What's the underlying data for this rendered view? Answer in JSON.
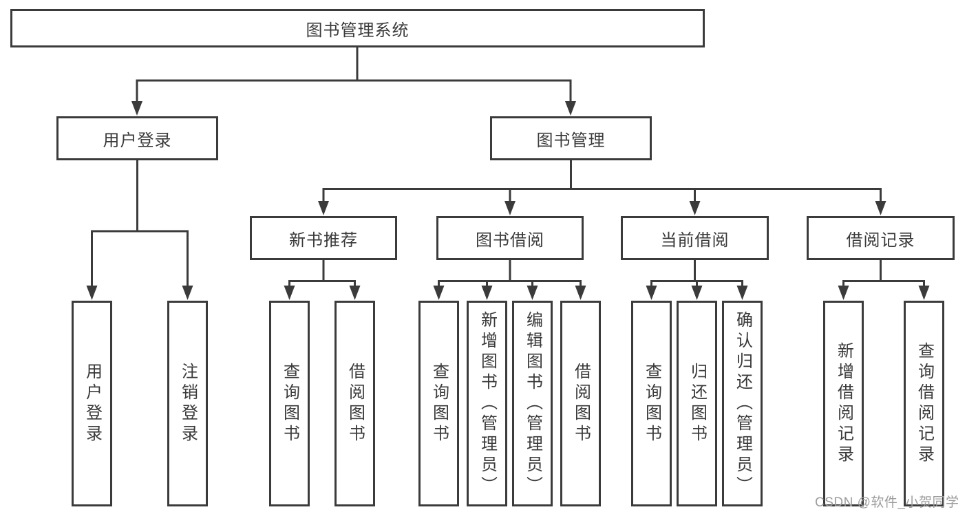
{
  "diagram": {
    "type": "tree",
    "nodes": {
      "root": "图书管理系统",
      "level2": [
        "用户登录",
        "图书管理"
      ],
      "level3": [
        "新书推荐",
        "图书借阅",
        "当前借阅",
        "借阅记录"
      ],
      "leaves": {
        "user_login": [
          "用户登录",
          "注销登录"
        ],
        "new_book_recommend": [
          "查询图书",
          "借阅图书"
        ],
        "book_borrow": [
          "查询图书",
          "新增图书（管理员）",
          "编辑图书（管理员）",
          "借阅图书"
        ],
        "current_borrow": [
          "查询图书",
          "归还图书",
          "确认归还（管理员）"
        ],
        "borrow_records": [
          "新增借阅记录",
          "查询借阅记录"
        ]
      }
    },
    "colors": {
      "line": "#3b3b3b",
      "text": "#3a3a3a",
      "watermark": "#9c9c9c",
      "background": "#ffffff"
    },
    "watermark": "CSDN @软件_小贺同学"
  }
}
